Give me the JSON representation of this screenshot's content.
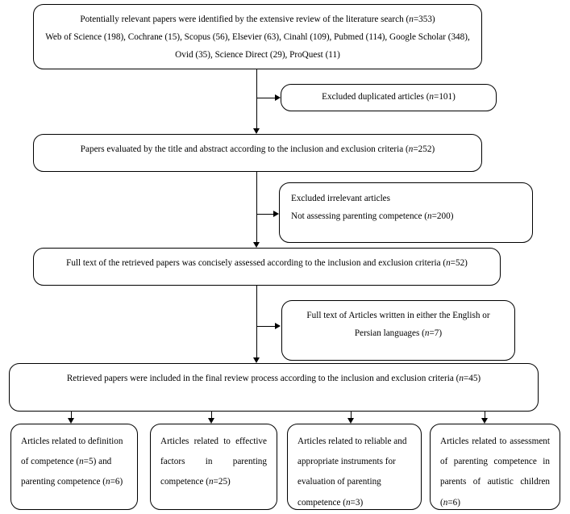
{
  "diagram": {
    "title": "PRISMA-style literature selection flow diagram",
    "stroke_color": "#000000",
    "background_color": "#ffffff"
  },
  "boxes": {
    "identified": {
      "line1": "Potentially relevant papers were identified by the extensive review of the literature search (n=353)",
      "line2": "Web of Science (198), Cochrane (15), Scopus (56), Elsevier (63), Cinahl (109), Pubmed (114), Google Scholar (348), Ovid (35), Science Direct (29), ProQuest (11)"
    },
    "excluded_duplicates": {
      "line1": "Excluded duplicated articles (n=101)"
    },
    "title_abstract": {
      "line1": "Papers evaluated by the title and abstract according to the inclusion and exclusion criteria (n=252)"
    },
    "excluded_irrelevant": {
      "line1": "Excluded irrelevant articles",
      "line2": "Not assessing parenting competence (n=200)"
    },
    "full_text_assessed": {
      "line1": "Full text of the retrieved papers was concisely assessed according to the inclusion and exclusion criteria (n=52)"
    },
    "language_excluded": {
      "line1": "Full text of Articles written in either the English or Persian languages (n=7)"
    },
    "final_included": {
      "line1": "Retrieved papers were included in the final review process according to the inclusion and exclusion criteria (n=45)"
    }
  },
  "outcomes": [
    {
      "id": "definition-of-competence",
      "text": "Articles related to definition of competence (n=5) and parenting competence (n=6)",
      "align": "left"
    },
    {
      "id": "effective-factors",
      "text": "Articles related to effective factors in parenting competence (n=25)",
      "align": "justify"
    },
    {
      "id": "reliable-instruments",
      "text": "Articles related to reliable and appropriate instruments for evaluation of parenting competence (n=3)",
      "align": "left"
    },
    {
      "id": "assessment-autistic-parents",
      "text": "Articles related to assessment of parenting competence in parents of autistic children (n=6)",
      "align": "justify"
    }
  ],
  "connectors": [
    {
      "id": "identified-to-title-abstract",
      "type": "vertical-arrow"
    },
    {
      "id": "branch-to-excluded-duplicates",
      "type": "horizontal-arrow"
    },
    {
      "id": "title-abstract-to-full-text",
      "type": "vertical-arrow"
    },
    {
      "id": "branch-to-excluded-irrelevant",
      "type": "horizontal-arrow"
    },
    {
      "id": "full-text-to-final-included",
      "type": "vertical-arrow"
    },
    {
      "id": "branch-to-language-excluded",
      "type": "horizontal-arrow"
    },
    {
      "id": "final-to-outcome-1",
      "type": "vertical-arrow"
    },
    {
      "id": "final-to-outcome-2",
      "type": "vertical-arrow"
    },
    {
      "id": "final-to-outcome-3",
      "type": "vertical-arrow"
    },
    {
      "id": "final-to-outcome-4",
      "type": "vertical-arrow"
    }
  ]
}
